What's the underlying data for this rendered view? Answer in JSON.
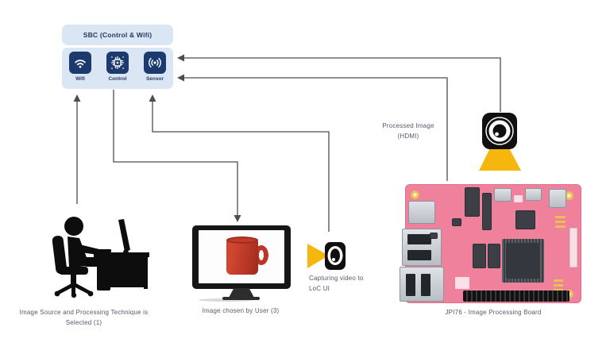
{
  "sbc": {
    "title": "SBC (Control & Wifi)",
    "modules": [
      {
        "label": "Wifi",
        "icon": "wifi-icon"
      },
      {
        "label": "Control",
        "icon": "chip-icon"
      },
      {
        "label": "Sensor",
        "icon": "sensor-icon"
      }
    ]
  },
  "nodes": {
    "user": {
      "icon": "person-at-desk-icon",
      "caption_line1": "Image  Source and Processing Technique is",
      "caption_line2": "Selected (1)"
    },
    "monitor": {
      "icon": "monitor-with-mug-image",
      "caption": "Image chosen by User (3)"
    },
    "capture_camera": {
      "icon": "camera-icon",
      "caption_line1": "Capturing video to",
      "caption_line2": "LoC UI"
    },
    "processed_camera": {
      "icon": "camera-icon",
      "caption_line1": "Processed Image",
      "caption_line2": "(HDMI)"
    },
    "board": {
      "icon": "pink-sbc-board-image",
      "caption": "JPI76 - Image Processing Board"
    }
  },
  "colors": {
    "panel_blue": "#dbe6f4",
    "tile_navy": "#1b3a6e",
    "arrow_gray": "#4d4d4d",
    "beam_yellow": "#f5b60d",
    "board_pink": "#f0819d",
    "mug_red": "#c23b2a",
    "caption_gray": "#555b6c"
  }
}
